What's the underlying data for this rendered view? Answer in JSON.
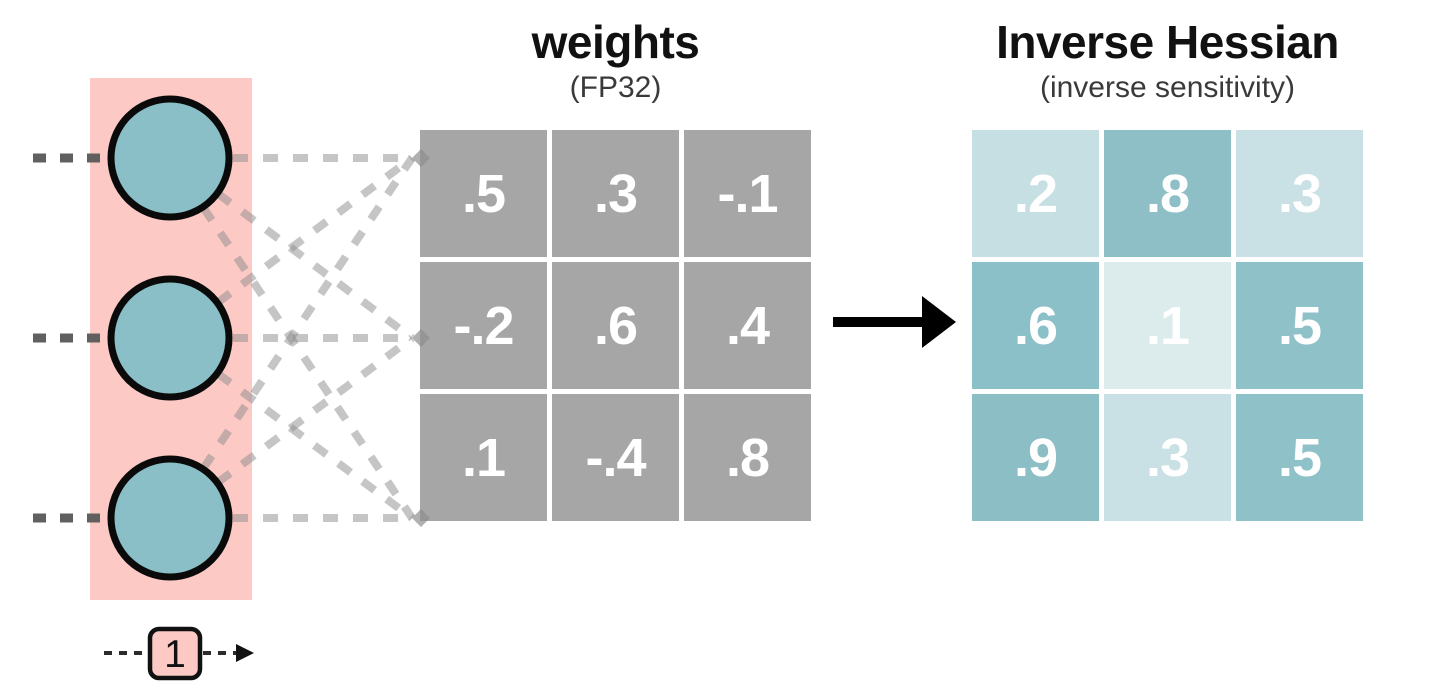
{
  "colors": {
    "input_highlight_pink": "#fdc9c5",
    "neuron_teal": "#8bbfc7",
    "weight_cell_gray": "#a6a6a6",
    "dark_dash": "#606060",
    "light_dash": "#8c8c8c",
    "black": "#0a0a0a"
  },
  "weights": {
    "title": "weights",
    "subtitle": "(FP32)",
    "rows": [
      [
        ".5",
        ".3",
        "-.1"
      ],
      [
        "-.2",
        ".6",
        ".4"
      ],
      [
        ".1",
        "-.4",
        ".8"
      ]
    ]
  },
  "hessian": {
    "title": "Inverse Hessian",
    "subtitle": "(inverse sensitivity)",
    "cells": [
      {
        "v": ".2",
        "c": "#c6dfe3"
      },
      {
        "v": ".8",
        "c": "#8ebfc7"
      },
      {
        "v": ".3",
        "c": "#c9e0e4"
      },
      {
        "v": ".6",
        "c": "#8bc0c8"
      },
      {
        "v": ".1",
        "c": "#dcebec"
      },
      {
        "v": ".5",
        "c": "#8fc1c9"
      },
      {
        "v": ".9",
        "c": "#8cbec6"
      },
      {
        "v": ".3",
        "c": "#c9e0e4"
      },
      {
        "v": ".5",
        "c": "#8fc1c9"
      }
    ]
  },
  "bias": {
    "label": "1"
  }
}
